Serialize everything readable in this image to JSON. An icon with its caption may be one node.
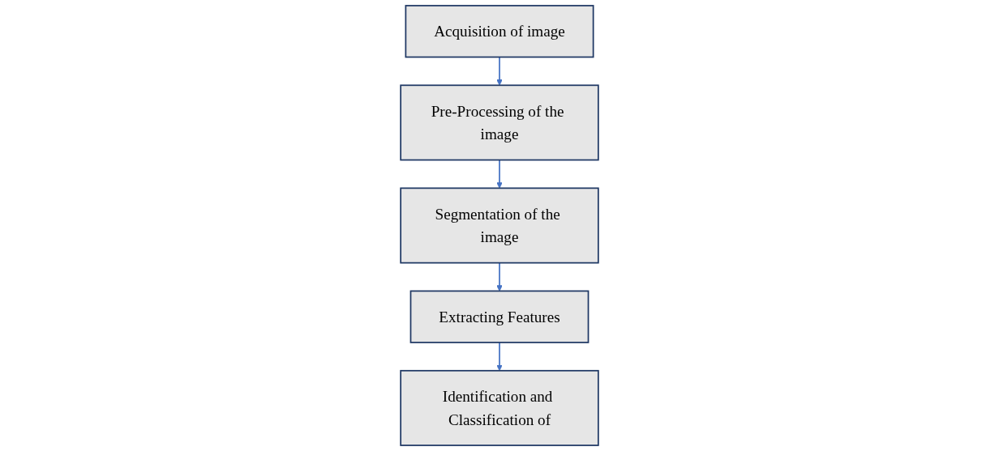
{
  "diagram": {
    "nodes": [
      {
        "text": [
          "Acquisition of image"
        ]
      },
      {
        "text": [
          "Pre-Processing of the image"
        ]
      },
      {
        "text": [
          "Segmentation of the image"
        ]
      },
      {
        "text": [
          "Extracting Features"
        ]
      },
      {
        "text": [
          "Identification and Classification of"
        ]
      }
    ],
    "edges": [
      {
        "from": 0,
        "to": 1,
        "arrow": "to"
      },
      {
        "from": 1,
        "to": 2,
        "arrow": "to"
      },
      {
        "from": 2,
        "to": 3,
        "arrow": "to"
      },
      {
        "from": 3,
        "to": 4,
        "arrow": "to"
      }
    ]
  }
}
